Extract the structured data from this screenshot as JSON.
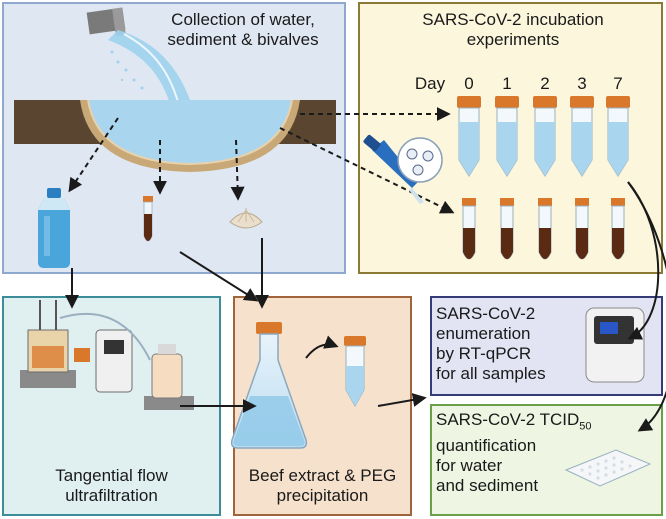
{
  "panels": {
    "collection": {
      "title_line1": "Collection of water,",
      "title_line2": "sediment & bivalves",
      "bg": "#dfe7f3",
      "border": "#8fa8cf"
    },
    "incubation": {
      "title_line1": "SARS-CoV-2 incubation",
      "title_line2": "experiments",
      "bg": "#fbf6dc",
      "border": "#8a7a36"
    },
    "filtration": {
      "title_line1": "Tangential flow",
      "title_line2": "ultrafiltration",
      "bg": "#e0f0f1",
      "border": "#3c8c99"
    },
    "precipitation": {
      "title_line1": "Beef extract & PEG",
      "title_line2": "precipitation",
      "bg": "#f6e1cc",
      "border": "#a0643c"
    },
    "enumeration": {
      "line1": "SARS-CoV-2",
      "line2": "enumeration",
      "line3": "by RT-qPCR",
      "line4": "for all samples",
      "bg": "#e2e3f3",
      "border": "#353a78"
    },
    "tcid": {
      "line1": "SARS-CoV-2 TCID",
      "line1_sub": "50",
      "line2": "quantification",
      "line3": "for water",
      "line4": "and sediment",
      "bg": "#eef5e2",
      "border": "#6aa048"
    }
  },
  "days": {
    "label": "Day",
    "values": [
      "0",
      "1",
      "2",
      "3",
      "7"
    ]
  },
  "colors": {
    "cap_orange": "#d9772a",
    "water_blue": "#8fc8e8",
    "sediment_brown": "#5a2a12",
    "soil": "#5a4530",
    "arrow": "#1a1a1a"
  }
}
